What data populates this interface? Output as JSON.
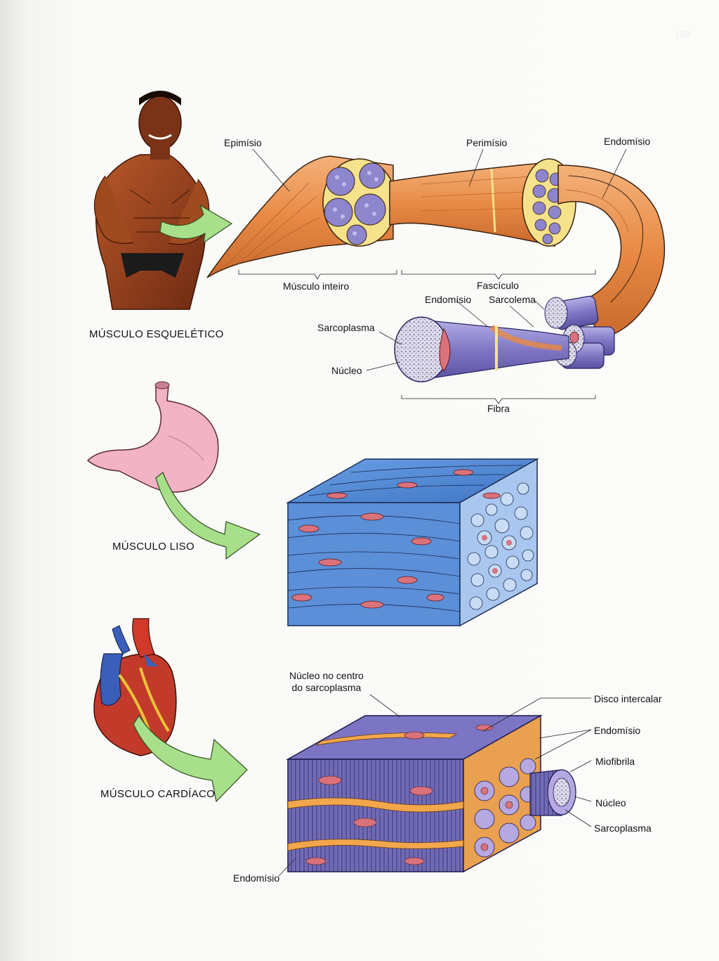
{
  "page": {
    "number": "129"
  },
  "skeletal": {
    "title": "MÚSCULO ESQUELÉTICO",
    "labels": {
      "epimisio": "Epimísio",
      "perimisio": "Perimísio",
      "endomisio_top": "Endomísio",
      "musculo_inteiro": "Músculo inteiro",
      "fasciculo": "Fascículo",
      "endomisio_mid": "Endomísio",
      "sarcolema": "Sarcolema",
      "sarcoplasma": "Sarcoplasma",
      "nucleo": "Núcleo",
      "fibra": "Fibra"
    }
  },
  "smooth": {
    "title": "MÚSCULO LISO"
  },
  "cardiac": {
    "title": "MÚSCULO CARDÍACO",
    "labels": {
      "nucleo_centro": "Núcleo no centro\ndo sarcoplasma",
      "disco_intercalar": "Disco intercalar",
      "endomisio_right": "Endomísio",
      "miofibrila": "Miofibrila",
      "nucleo": "Núcleo",
      "sarcoplasma": "Sarcoplasma",
      "endomisio_bottom": "Endomísio"
    }
  },
  "colors": {
    "muscle_orange": "#e8914a",
    "fascicle_purple": "#8d86cc",
    "arrow_green": "#a8df8a",
    "smooth_blue": "#5a8fd8",
    "nucleus_pink": "#d9727c",
    "stomach_pink": "#f2b3c6",
    "skin_brown": "#8a3a1c"
  }
}
